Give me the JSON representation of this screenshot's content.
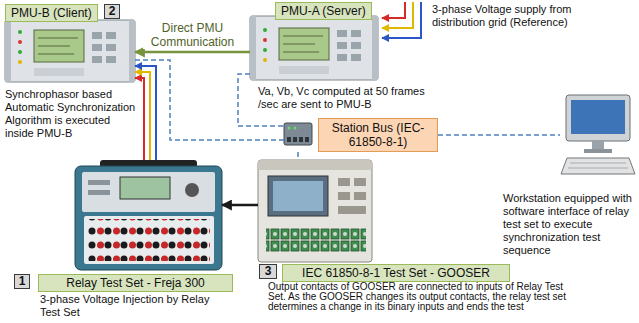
{
  "diagram": {
    "nodes": [
      {
        "text": [
          "PMU-B (Client)"
        ]
      },
      {
        "text": [
          "PMU-A (Server)"
        ]
      },
      {
        "text": [
          "Station Bus (IEC-61850-8-1)"
        ]
      },
      {
        "text": [
          "Workstation equipped with software interface of relay test set to execute synchronization test sequence"
        ]
      },
      {
        "text": [
          "Relay Test Set - Freja 300"
        ]
      },
      {
        "text": [
          "IEC 61850-8-1 Test Set - GOOSER"
        ]
      }
    ],
    "edges": [
      {
        "from": 1,
        "to": 0,
        "arrow": "to",
        "label": "Direct PMU Communication"
      },
      {
        "from": 0,
        "to": 2,
        "arrow": "none"
      },
      {
        "from": 1,
        "to": 2,
        "arrow": "none"
      },
      {
        "from": 2,
        "to": 5,
        "arrow": "none"
      },
      {
        "from": 2,
        "to": 3,
        "arrow": "none"
      },
      {
        "from": 4,
        "to": 0,
        "arrow": "to"
      },
      {
        "from": 5,
        "to": 4,
        "arrow": "to"
      }
    ],
    "labels": [
      "2",
      "Synchrophasor based Automatic Synchronization Algorithm is executed inside PMU-B",
      "Va, Vb, Vc computed at 50 frames /sec are sent to PMU-B",
      "3-phase Voltage supply from distribution grid (Reference)",
      "1",
      "3-phase Voltage Injection by Relay Test Set",
      "3",
      "Output contacts of GOOSER are connected to inputs of Relay Test Set. As the GOOSER changes its output contacts, the relay test set determines a change in its binary inputs and ends the test"
    ]
  }
}
